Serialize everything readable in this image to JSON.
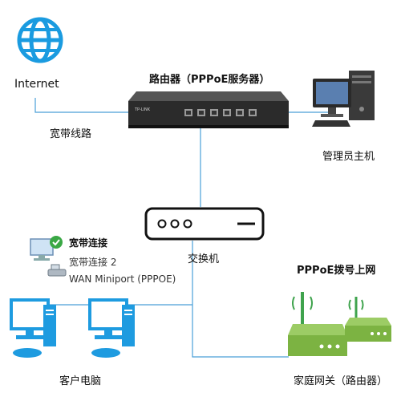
{
  "internet": {
    "label": "Internet"
  },
  "links": {
    "broadband_line": "宽带线路"
  },
  "router": {
    "label": "路由器（PPPoE服务器）"
  },
  "admin_host": {
    "label": "管理员主机"
  },
  "switch": {
    "label": "交换机"
  },
  "connection_card": {
    "title": "宽带连接",
    "subtitle": "宽带连接 2",
    "adapter": "WAN Miniport (PPPOE)"
  },
  "clients": {
    "label": "客户电脑"
  },
  "home_gateways": {
    "caption": "PPPoE拨号上网",
    "label": "家庭网关（路由器）"
  },
  "colors": {
    "wire": "#4a9fd8",
    "globe": "#1a9be0",
    "pc_blue": "#1e9be0",
    "router_body": "#2b2b2b",
    "gateway_green": "#7cb342",
    "antenna": "#3fa34d"
  }
}
